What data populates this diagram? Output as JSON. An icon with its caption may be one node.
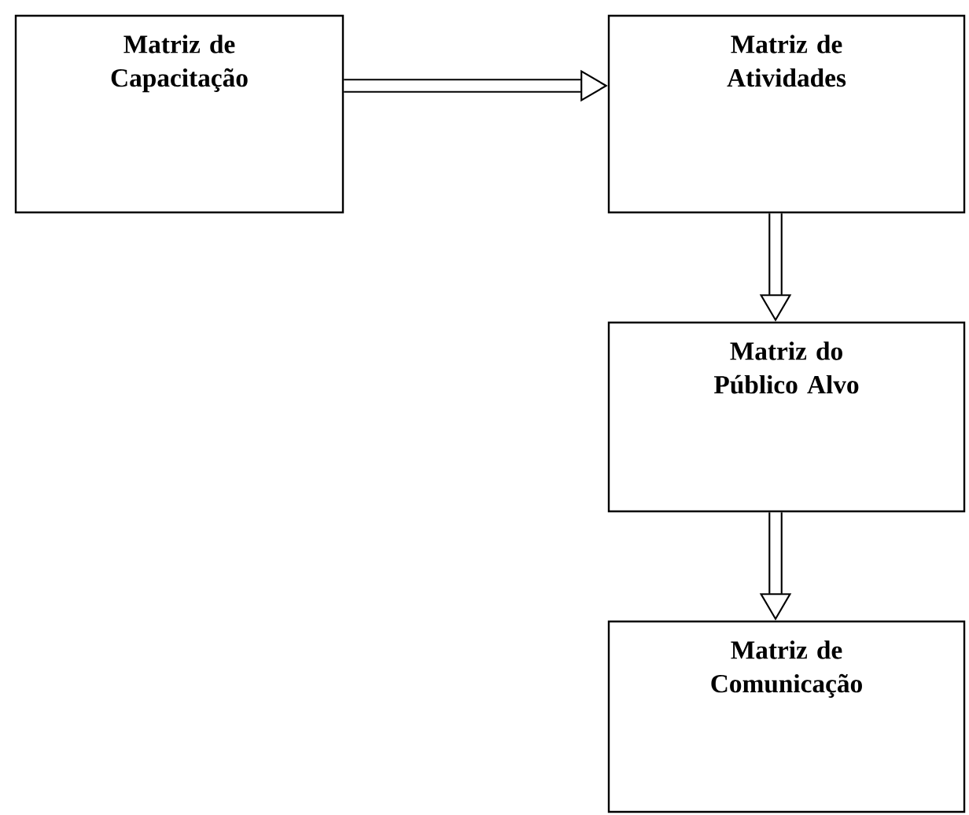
{
  "diagram": {
    "nodes": [
      {
        "text": [
          "Matriz de Capacitação"
        ]
      },
      {
        "text": [
          "Matriz de Atividades"
        ]
      },
      {
        "text": [
          "Matriz do Público Alvo"
        ]
      },
      {
        "text": [
          "Matriz de Comunicação"
        ]
      }
    ],
    "edges": [
      {
        "from": 0,
        "to": 1,
        "arrow": "to"
      },
      {
        "from": 1,
        "to": 2,
        "arrow": "to"
      },
      {
        "from": 2,
        "to": 3,
        "arrow": "to"
      }
    ]
  }
}
